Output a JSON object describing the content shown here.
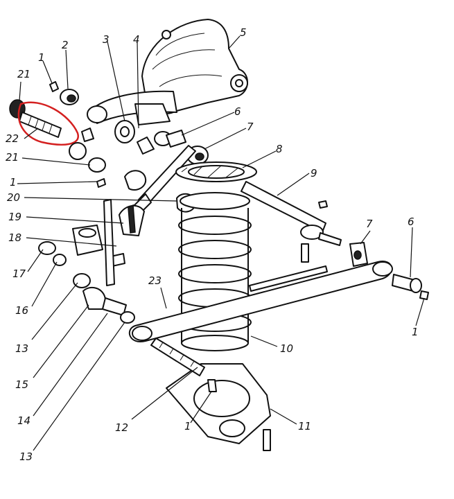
{
  "diagram": {
    "callouts": [
      {
        "id": "c21a",
        "label": "21"
      },
      {
        "id": "c22",
        "label": "22"
      },
      {
        "id": "c1a",
        "label": "1"
      },
      {
        "id": "c2",
        "label": "2"
      },
      {
        "id": "c3",
        "label": "3"
      },
      {
        "id": "c4",
        "label": "4"
      },
      {
        "id": "c5",
        "label": "5"
      },
      {
        "id": "c6a",
        "label": "6"
      },
      {
        "id": "c7a",
        "label": "7"
      },
      {
        "id": "c8",
        "label": "8"
      },
      {
        "id": "c9",
        "label": "9"
      },
      {
        "id": "c21b",
        "label": "21"
      },
      {
        "id": "c1b",
        "label": "1"
      },
      {
        "id": "c20",
        "label": "20"
      },
      {
        "id": "c19",
        "label": "19"
      },
      {
        "id": "c18",
        "label": "18"
      },
      {
        "id": "c17",
        "label": "17"
      },
      {
        "id": "c16",
        "label": "16"
      },
      {
        "id": "c13a",
        "label": "13"
      },
      {
        "id": "c15",
        "label": "15"
      },
      {
        "id": "c14",
        "label": "14"
      },
      {
        "id": "c13b",
        "label": "13"
      },
      {
        "id": "c23",
        "label": "23"
      },
      {
        "id": "c7b",
        "label": "7"
      },
      {
        "id": "c6b",
        "label": "6"
      },
      {
        "id": "c1c",
        "label": "1"
      },
      {
        "id": "c10",
        "label": "10"
      },
      {
        "id": "c12",
        "label": "12"
      },
      {
        "id": "c1d",
        "label": "1"
      },
      {
        "id": "c11",
        "label": "11"
      }
    ],
    "highlight_color": "#d42020"
  }
}
